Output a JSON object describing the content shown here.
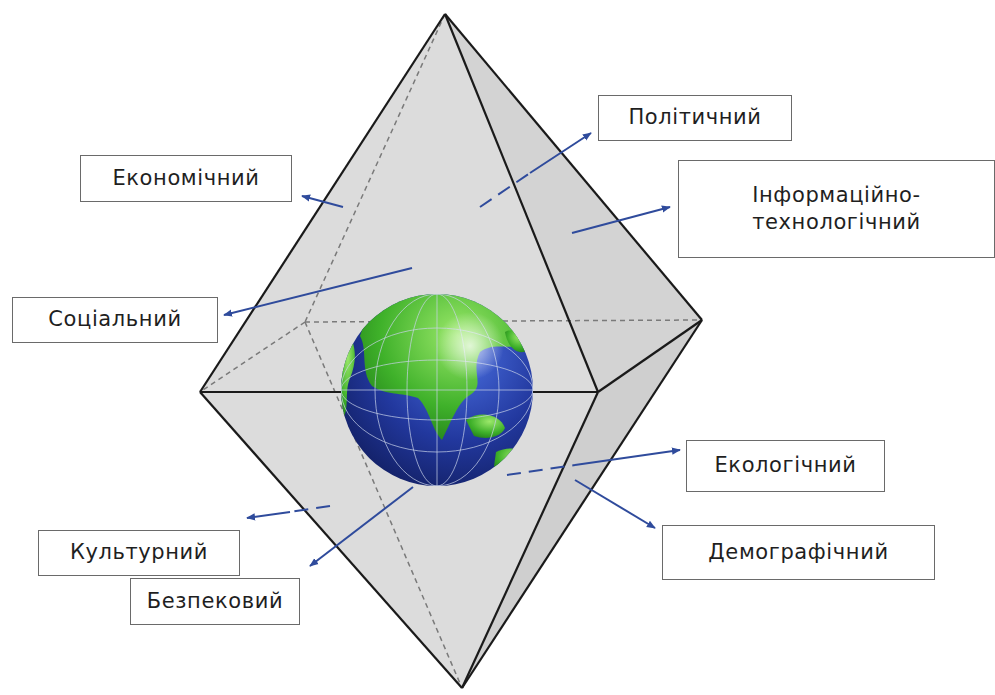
{
  "diagram": {
    "nodes": [
      {
        "text": [
          "Політичний"
        ]
      },
      {
        "text": [
          "Економічний"
        ]
      },
      {
        "text": [
          "Інформаційно-технологічний"
        ]
      },
      {
        "text": [
          "Соціальний"
        ]
      },
      {
        "text": [
          "Екологічний"
        ]
      },
      {
        "text": [
          "Культурний"
        ]
      },
      {
        "text": [
          "Демографічний"
        ]
      },
      {
        "text": [
          "Безпековий"
        ]
      }
    ]
  }
}
